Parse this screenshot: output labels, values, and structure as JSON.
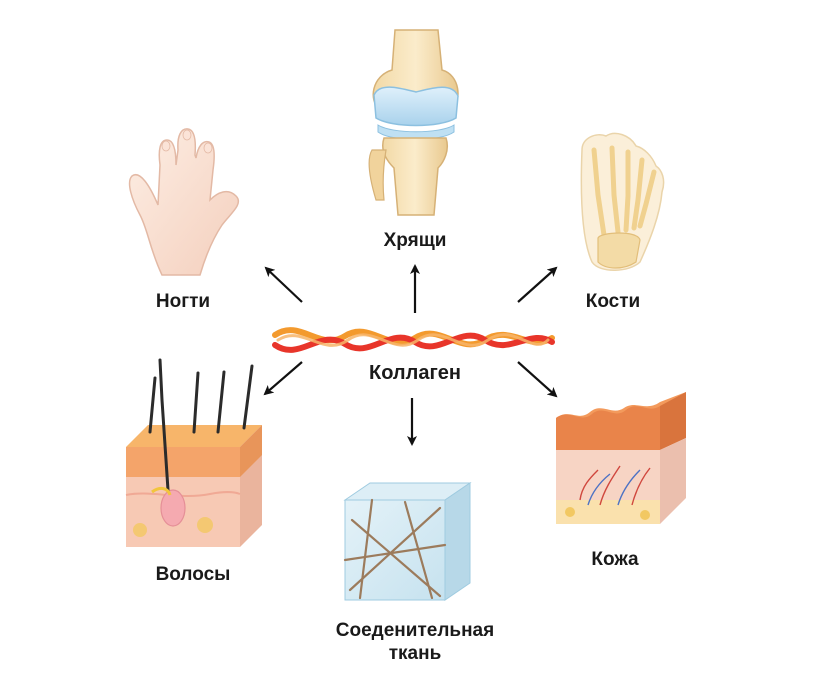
{
  "center": {
    "label": "Коллаген",
    "icon": "collagen-fiber-icon"
  },
  "nodes": {
    "cartilage": {
      "label": "Хрящи",
      "icon": "knee-joint-icon"
    },
    "nails": {
      "label": "Ногти",
      "icon": "hand-icon"
    },
    "bones": {
      "label": "Кости",
      "icon": "foot-bones-icon"
    },
    "hair": {
      "label": "Волосы",
      "icon": "hair-follicle-icon"
    },
    "connective": {
      "label": "Соеденительная\nткань",
      "lines": [
        "Соеденительная",
        "ткань"
      ],
      "icon": "connective-tissue-cube-icon"
    },
    "skin": {
      "label": "Кожа",
      "icon": "skin-layers-icon"
    }
  },
  "colors": {
    "collagen_red": "#e8352a",
    "collagen_orange": "#f39a2e",
    "skin_pink": "#f7c9b4",
    "hair_dark": "#2b2b2b",
    "tissue_blue": "#cfe6f2",
    "arrow": "#111111"
  }
}
